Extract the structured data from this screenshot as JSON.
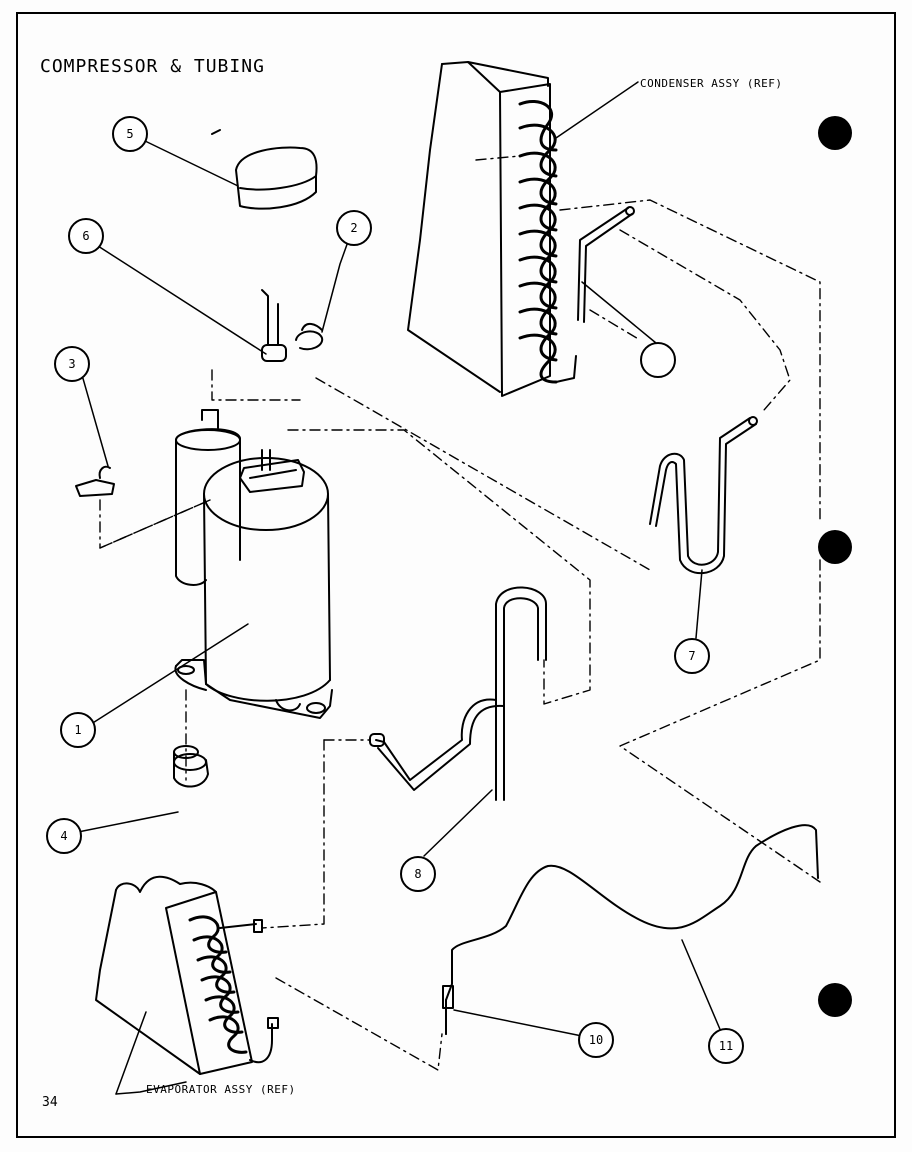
{
  "title": "COMPRESSOR & TUBING",
  "page_number": "34",
  "refs": {
    "condenser": "CONDENSER ASSY (REF)",
    "evaporator": "EVAPORATOR ASSY (REF)"
  },
  "callouts": {
    "c1": "1",
    "c2": "2",
    "c3": "3",
    "c4": "4",
    "c5": "5",
    "c6": "6",
    "c7": "7",
    "c8": "8",
    "c9": "",
    "c10": "10",
    "c11": "11"
  }
}
